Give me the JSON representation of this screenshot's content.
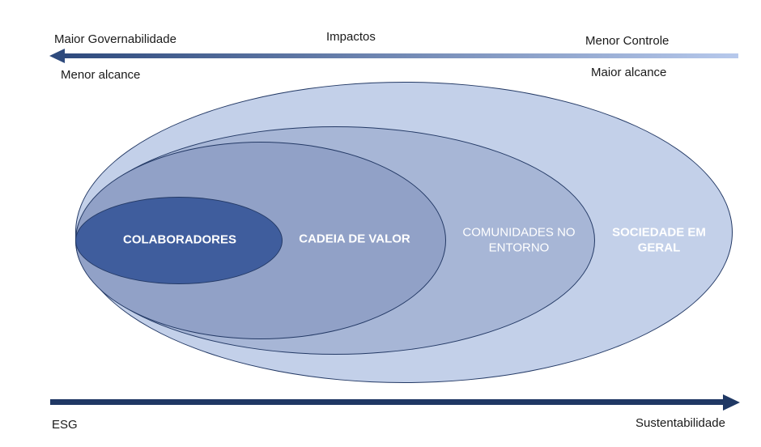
{
  "top_axis": {
    "label_left": "Maior Governabilidade",
    "label_center": "Impactos",
    "label_right": "Menor Controle",
    "sublabel_left": "Menor alcance",
    "sublabel_right": "Maior alcance",
    "arrow": {
      "direction": "left",
      "color_start": "#2E4A7D",
      "color_end": "#B7C9EC"
    }
  },
  "ellipses": [
    {
      "id": "sociedade",
      "label": "SOCIEDADE EM GERAL",
      "fill": "#C3D0E9",
      "bold": true
    },
    {
      "id": "comunidades",
      "label": "COMUNIDADES NO ENTORNO",
      "fill": "#A7B6D6",
      "bold": false
    },
    {
      "id": "cadeia",
      "label": "CADEIA DE VALOR",
      "fill": "#91A1C7",
      "bold": true
    },
    {
      "id": "colaboradores",
      "label": "COLABORADORES",
      "fill": "#3F5D9D",
      "bold": true
    }
  ],
  "outline_color": "#243A66",
  "bottom_axis": {
    "label_left": "ESG",
    "label_right": "Sustentabilidade",
    "arrow": {
      "direction": "right",
      "color": "#1F3864"
    }
  }
}
